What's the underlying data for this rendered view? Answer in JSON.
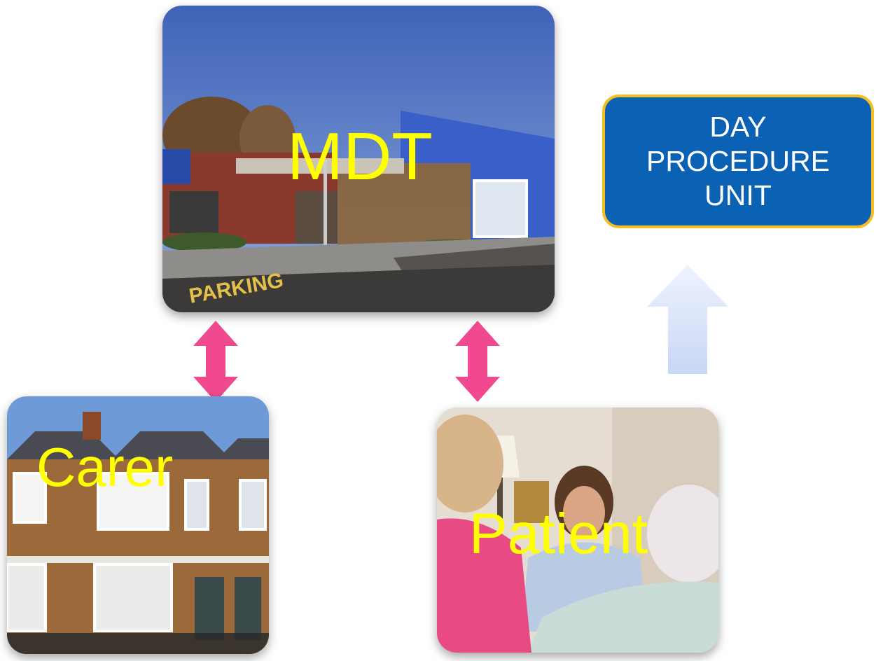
{
  "mdt": {
    "label": "MDT"
  },
  "carer": {
    "label": "Carer"
  },
  "patient": {
    "label": "Patient"
  },
  "day_unit": {
    "lines": [
      "DAY",
      "PROCEDURE",
      "UNIT"
    ]
  },
  "colors": {
    "caption": "#ffff00",
    "box_fill": "#0b62b4",
    "box_border": "#f4c021",
    "double_arrow": "#f0498f",
    "up_arrow": "#d8e3fb"
  }
}
